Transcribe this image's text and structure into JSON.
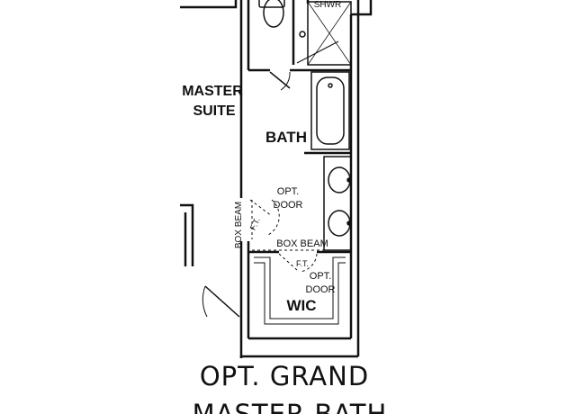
{
  "labels": {
    "shower": "SHWR",
    "master_suite_line1": "MASTER",
    "master_suite_line2": "SUITE",
    "bath": "BATH",
    "opt_door_1_line1": "OPT.",
    "opt_door_1_line2": "DOOR",
    "box_beam_vertical": "BOX BEAM",
    "ft_1": "F.T.",
    "box_beam_horizontal": "BOX BEAM",
    "ft_2": "F.T.",
    "opt_door_2_line1": "OPT.",
    "opt_door_2_line2": "DOOR",
    "wic": "WIC"
  },
  "caption": {
    "line1": "OPT. GRAND",
    "line2": "MASTER BATH"
  }
}
